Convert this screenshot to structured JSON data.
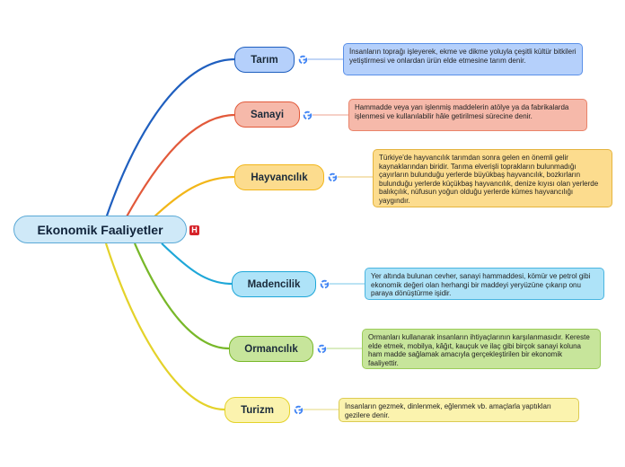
{
  "root": {
    "label": "Ekonomik Faaliyetler",
    "badge": "H"
  },
  "branches": [
    {
      "id": "tarim",
      "label": "Tarım",
      "color": "#1f5fbf",
      "fill": "#b5d0fb",
      "note": "İnsanların toprağı işleyerek, ekme ve dikme yoluyla çeşitli kültür bitkileri yetiştirmesi ve onlardan ürün elde etmesine tarım denir."
    },
    {
      "id": "sanayi",
      "label": "Sanayi",
      "color": "#e2593a",
      "fill": "#f6b9aa",
      "note": "Hammadde veya yarı işlenmiş maddelerin atölye ya da fabrikalarda işlenmesi ve kullanılabilir hâle getirilmesi sürecine denir."
    },
    {
      "id": "hayvancilik",
      "label": "Hayvancılık",
      "color": "#f2b619",
      "fill": "#fcdc8e",
      "note": "Türkiye'de hayvancılık tarımdan sonra gelen en önemli gelir kaynaklarından biridir. Tarıma elverişli toprakların bulunmadığı çayırların bulunduğu yerlerde büyükbaş hayvancılık, bozkırların bulunduğu yerlerde küçükbaş hayvancılık, denize kıyısı olan yerlerde balıkçılık, nüfusun yoğun olduğu yerlerde kümes hayvancılığı yaygındır."
    },
    {
      "id": "madencilik",
      "label": "Madencilik",
      "color": "#1ea7d8",
      "fill": "#aee3f8",
      "note": "Yer altında bulunan cevher, sanayi hammaddesi, kömür ve petrol gibi ekonomik değeri olan herhangi bir maddeyi yeryüzüne çıkarıp onu paraya dönüştürme işidir."
    },
    {
      "id": "ormancilik",
      "label": "Ormancılık",
      "color": "#78b829",
      "fill": "#c7e59b",
      "note": "Ormanları kullanarak insanların ihtiyaçlarının karşılanmasıdır. Kereste elde etmek, mobilya, kâğıt, kauçuk ve ilaç gibi birçok sanayi koluna ham madde sağlamak amacıyla gerçekleştirilen bir ekonomik faaliyettir."
    },
    {
      "id": "turizm",
      "label": "Turizm",
      "color": "#e4d22a",
      "fill": "#fbf3ae",
      "note": "İnsanların gezmek, dinlenmek, eğlenmek vb. amaçlarla yaptıkları gezilere denir."
    }
  ]
}
